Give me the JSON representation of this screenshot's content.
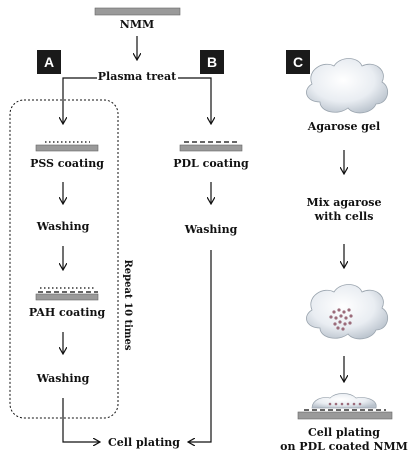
{
  "panels": [
    "A",
    "B",
    "C"
  ],
  "top": {
    "nmm": "NMM",
    "plasma": "Plasma treat"
  },
  "colA": {
    "pss": "PSS coating",
    "wash1": "Washing",
    "pah": "PAH coating",
    "wash2": "Washing",
    "repeat": "Repeat 10 times"
  },
  "colB": {
    "pdl": "PDL coating",
    "wash": "Washing"
  },
  "colC": {
    "agarose": "Agarose gel",
    "mix1": "Mix agarose",
    "mix2": "with cells",
    "plating1": "Cell plating",
    "plating2": "on PDL coated NMM"
  },
  "bottom": {
    "plating": "Cell plating"
  },
  "colors": {
    "substrate": "#9a9a9a",
    "panel_bg": "#1a1a1a",
    "cell": "#9b6b7a",
    "cloud": "#dfe4ea"
  }
}
